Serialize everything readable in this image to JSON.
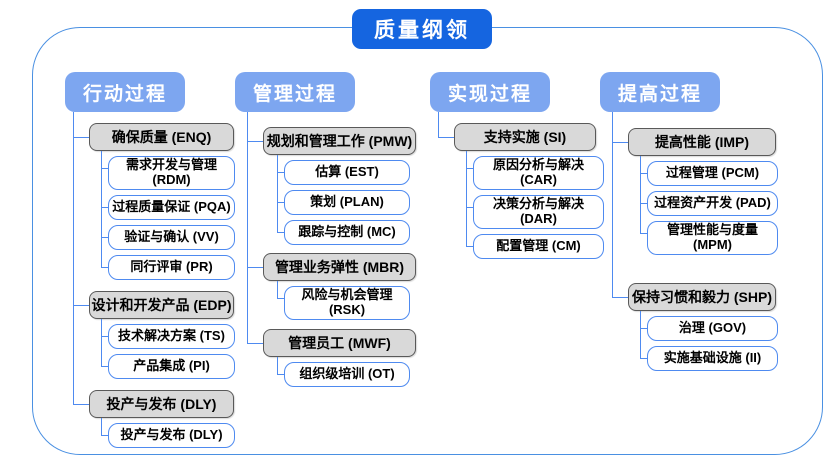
{
  "title": "质量纲领",
  "colors": {
    "title_bg": "#1565e0",
    "column_header_bg": "#7da6f0",
    "connector_line": "#4e8af0",
    "leaf_border": "#4e8af0",
    "group_fill": "#d9d9d9",
    "group_border": "#595959",
    "frame_border": "#4a90e2",
    "text_on_blue": "#ffffff",
    "node_text": "#000000"
  },
  "columns": [
    {
      "header": "行动过程",
      "groups": [
        {
          "label": "确保质量 (ENQ)",
          "children": [
            "需求开发与管理 (RDM)",
            "过程质量保证 (PQA)",
            "验证与确认 (VV)",
            "同行评审 (PR)"
          ]
        },
        {
          "label": "设计和开发产品 (EDP)",
          "children": [
            "技术解决方案 (TS)",
            "产品集成 (PI)"
          ]
        },
        {
          "label": "投产与发布 (DLY)",
          "children": [
            "投产与发布 (DLY)"
          ]
        }
      ]
    },
    {
      "header": "管理过程",
      "groups": [
        {
          "label": "规划和管理工作 (PMW)",
          "children": [
            "估算 (EST)",
            "策划 (PLAN)",
            "跟踪与控制 (MC)"
          ]
        },
        {
          "label": "管理业务弹性 (MBR)",
          "children": [
            "风险与机会管理 (RSK)"
          ]
        },
        {
          "label": "管理员工 (MWF)",
          "children": [
            "组织级培训 (OT)"
          ]
        }
      ]
    },
    {
      "header": "实现过程",
      "groups": [
        {
          "label": "支持实施 (SI)",
          "children": [
            "原因分析与解决 (CAR)",
            "决策分析与解决 (DAR)",
            "配置管理 (CM)"
          ]
        }
      ]
    },
    {
      "header": "提高过程",
      "groups": [
        {
          "label": "提高性能 (IMP)",
          "children": [
            "过程管理 (PCM)",
            "过程资产开发 (PAD)",
            "管理性能与度量 (MPM)"
          ]
        },
        {
          "label": "保持习惯和毅力 (SHP)",
          "children": [
            "治理 (GOV)",
            "实施基础设施 (II)"
          ]
        }
      ]
    }
  ]
}
